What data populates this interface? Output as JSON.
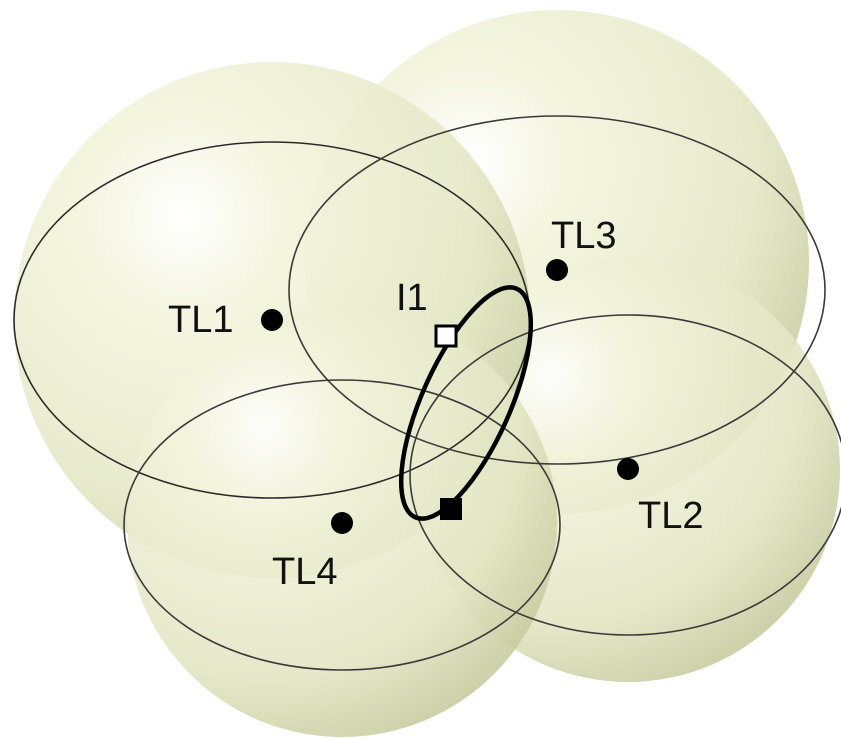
{
  "labels": {
    "tl1": "TL1",
    "tl2": "TL2",
    "tl3": "TL3",
    "tl4": "TL4",
    "i1": "I1"
  },
  "colors": {
    "sphere_fill": "#eef1d6",
    "sphere_shadow": "#d2d8b0",
    "equator": "#2a2a2a",
    "intersection_curve": "#000000",
    "point": "#000000",
    "open_marker_fill": "#ffffff"
  }
}
